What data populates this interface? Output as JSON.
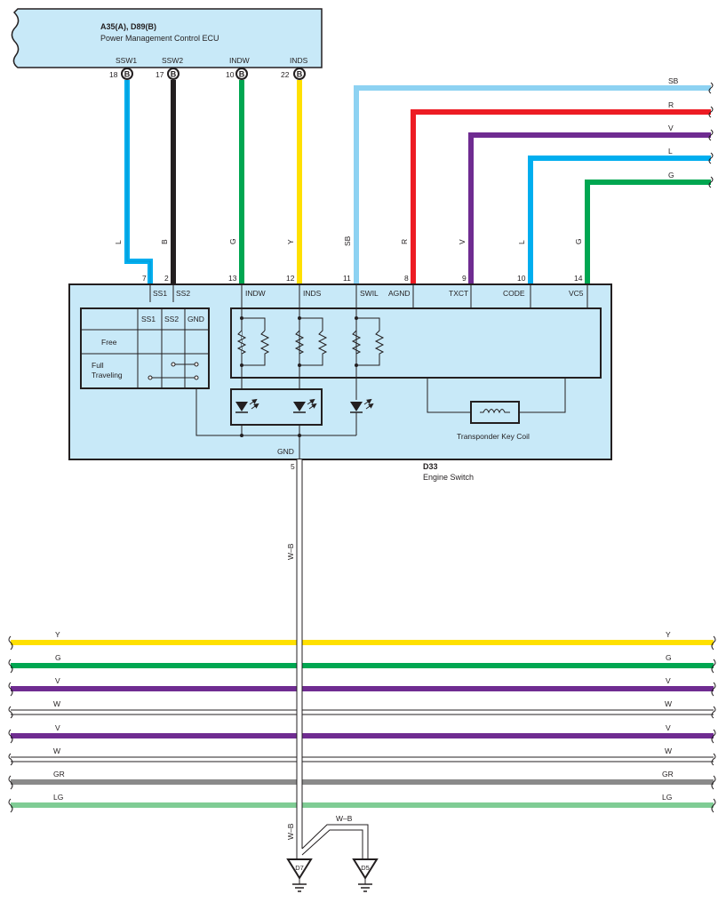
{
  "colors": {
    "box_fill": "#c8e9f8",
    "stroke": "#231f20",
    "Y": "#ffe000",
    "G": "#00a651",
    "V": "#6f2c91",
    "GR": "#8a8a8a",
    "LG": "#7fcc94",
    "R": "#ed1c24",
    "L": "#00aeef",
    "SB": "#8dd2f2",
    "B": "#231f20"
  },
  "ecu": {
    "connector_label": "A35(A), D89(B)",
    "name": "Power Management Control ECU",
    "pins": [
      {
        "name": "SSW1",
        "number": "18",
        "badge": "B",
        "wire": "L"
      },
      {
        "name": "SSW2",
        "number": "17",
        "badge": "B",
        "wire": "B"
      },
      {
        "name": "INDW",
        "number": "10",
        "badge": "B",
        "wire": "G"
      },
      {
        "name": "INDS",
        "number": "22",
        "badge": "B",
        "wire": "Y"
      }
    ]
  },
  "switch": {
    "code": "D33",
    "name": "Engine Switch",
    "coil_label": "Transponder Key Coil",
    "gnd_label": "GND",
    "gnd_pin": "5",
    "terminals": [
      {
        "name": "SS1",
        "pin": "7"
      },
      {
        "name": "SS2",
        "pin": "2"
      },
      {
        "name": "INDW",
        "pin": "13"
      },
      {
        "name": "INDS",
        "pin": "12"
      },
      {
        "name": "SWIL",
        "pin": "11"
      },
      {
        "name": "AGND",
        "pin": "8"
      },
      {
        "name": "TXCT",
        "pin": "9"
      },
      {
        "name": "CODE",
        "pin": "10"
      },
      {
        "name": "VC5",
        "pin": "14"
      }
    ],
    "table": {
      "headers": [
        "SS1",
        "SS2",
        "GND"
      ],
      "rows": [
        "Free",
        "Full\nTraveling"
      ]
    }
  },
  "right_wires": [
    {
      "color": "SB"
    },
    {
      "color": "R"
    },
    {
      "color": "V"
    },
    {
      "color": "L"
    },
    {
      "color": "G"
    }
  ],
  "vertical_wire_labels": [
    "L",
    "B",
    "G",
    "Y",
    "SB",
    "R",
    "V",
    "L",
    "G"
  ],
  "bus_wires": [
    {
      "color": "Y"
    },
    {
      "color": "G"
    },
    {
      "color": "V"
    },
    {
      "color": "W"
    },
    {
      "color": "V"
    },
    {
      "color": "W"
    },
    {
      "color": "GR"
    },
    {
      "color": "LG"
    }
  ],
  "ground": {
    "wire": "W–B",
    "points": [
      "D7",
      "D5"
    ]
  }
}
